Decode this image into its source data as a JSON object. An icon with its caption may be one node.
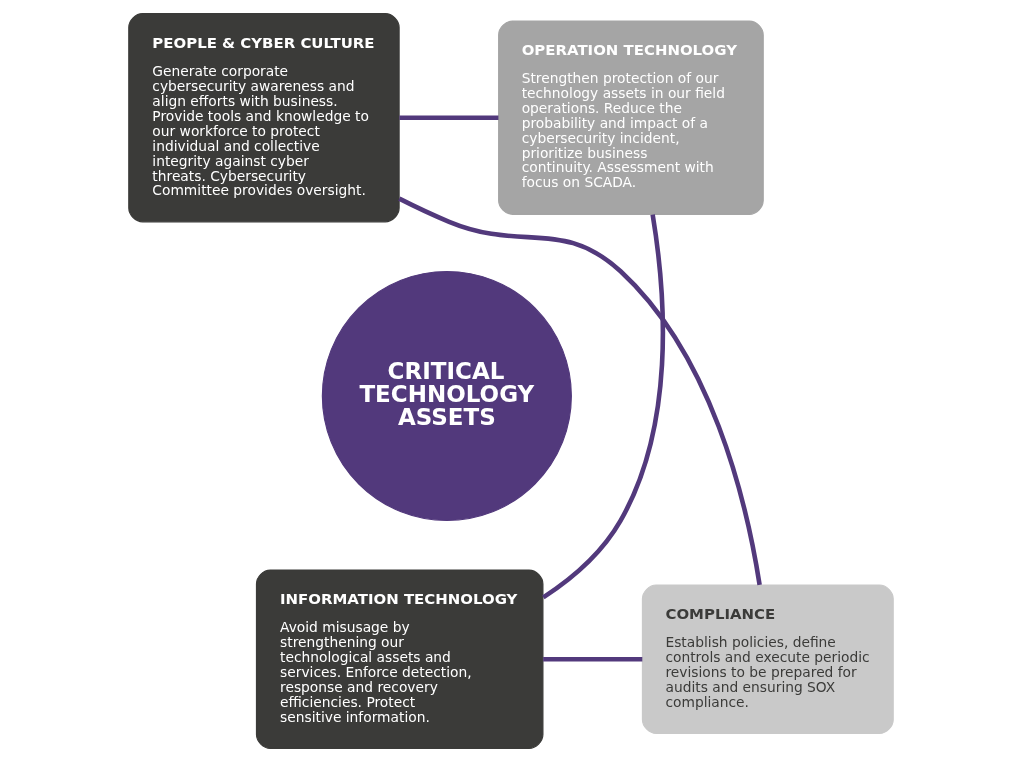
{
  "diagram": {
    "nodes": [
      {
        "text": [
          "PEOPLE & CYBER CULTURE",
          "Generate corporate cybersecurity awareness and align efforts with business. Provide tools and knowledge to our workforce to protect individual and collective integrity against cyber threats. Cybersecurity Committee provides oversight."
        ]
      },
      {
        "text": [
          "OPERATION TECHNOLOGY",
          "Strengthen protection of our technology assets in our field operations. Reduce the probability and impact of a cybersecurity incident, prioritize business continuity. Assessment with focus on SCADA."
        ]
      },
      {
        "text": [
          "CRITICAL TECHNOLOGY ASSETS"
        ]
      },
      {
        "text": [
          "COMPLIANCE",
          "Establish policies, define controls and execute periodic revisions to be prepared for audits and ensuring SOX compliance."
        ]
      },
      {
        "text": [
          "INFORMATION TECHNOLOGY",
          "Avoid misusage by strengthening our technological assets and services. Enforce detection, response and recovery efficiencies. Protect sensitive information."
        ]
      }
    ],
    "edges": [
      {
        "from": 0,
        "to": 1,
        "arrow": "none"
      },
      {
        "from": 1,
        "to": 4,
        "arrow": "none"
      },
      {
        "from": 4,
        "to": 3,
        "arrow": "none"
      },
      {
        "from": 3,
        "to": 0,
        "arrow": "none"
      }
    ]
  }
}
